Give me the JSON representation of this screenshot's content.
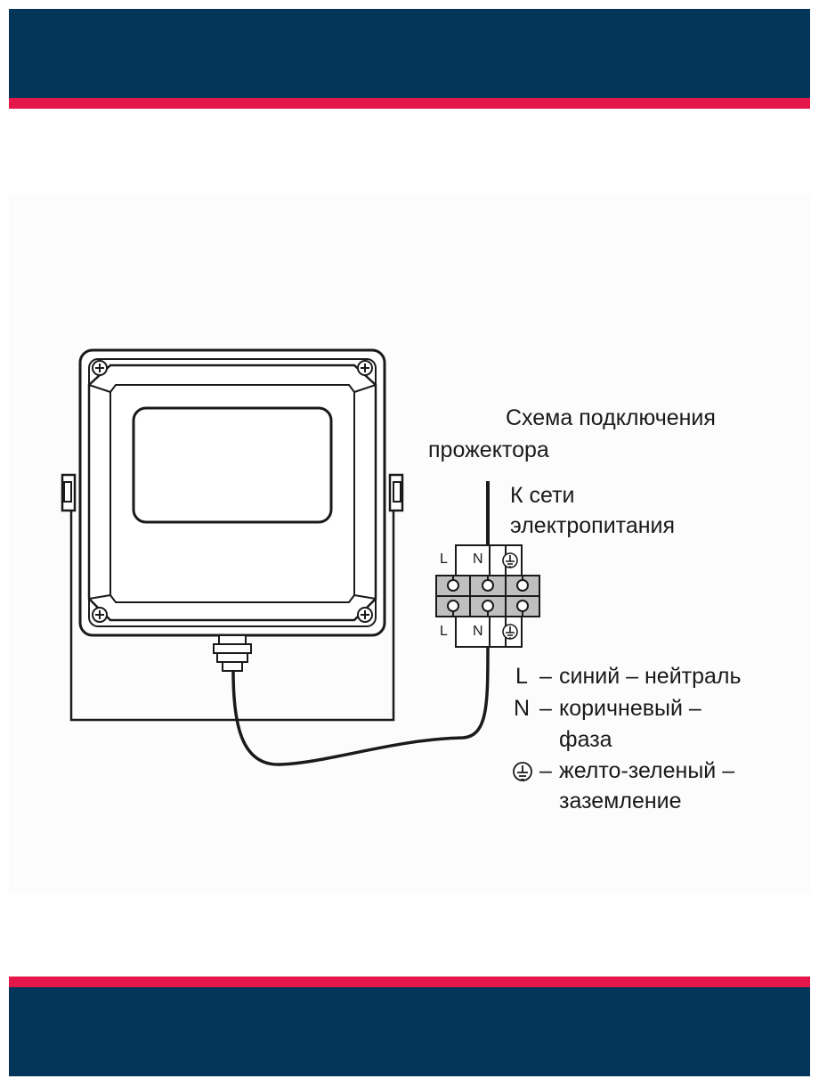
{
  "diagram": {
    "title_line1": "Схема подключения",
    "title_line2": "прожектора",
    "supply_line1": "К сети",
    "supply_line2": "электропитания",
    "terminal_labels": {
      "top": [
        "L",
        "N"
      ],
      "bottom": [
        "L",
        "N"
      ]
    },
    "legend": [
      {
        "mark": "L",
        "dash": "–",
        "text": "синий – нейтраль"
      },
      {
        "mark": "N",
        "dash": "–",
        "text_line1": "коричневый –",
        "text_line2": "фаза"
      },
      {
        "mark": "ground-icon",
        "dash": "–",
        "text_line1": "желто-зеленый –",
        "text_line2": "заземление"
      }
    ]
  },
  "colors": {
    "band": "#033658",
    "stripe": "#e5174a",
    "line": "#1a1a1a",
    "terminal_fill": "#bfbfbf"
  }
}
